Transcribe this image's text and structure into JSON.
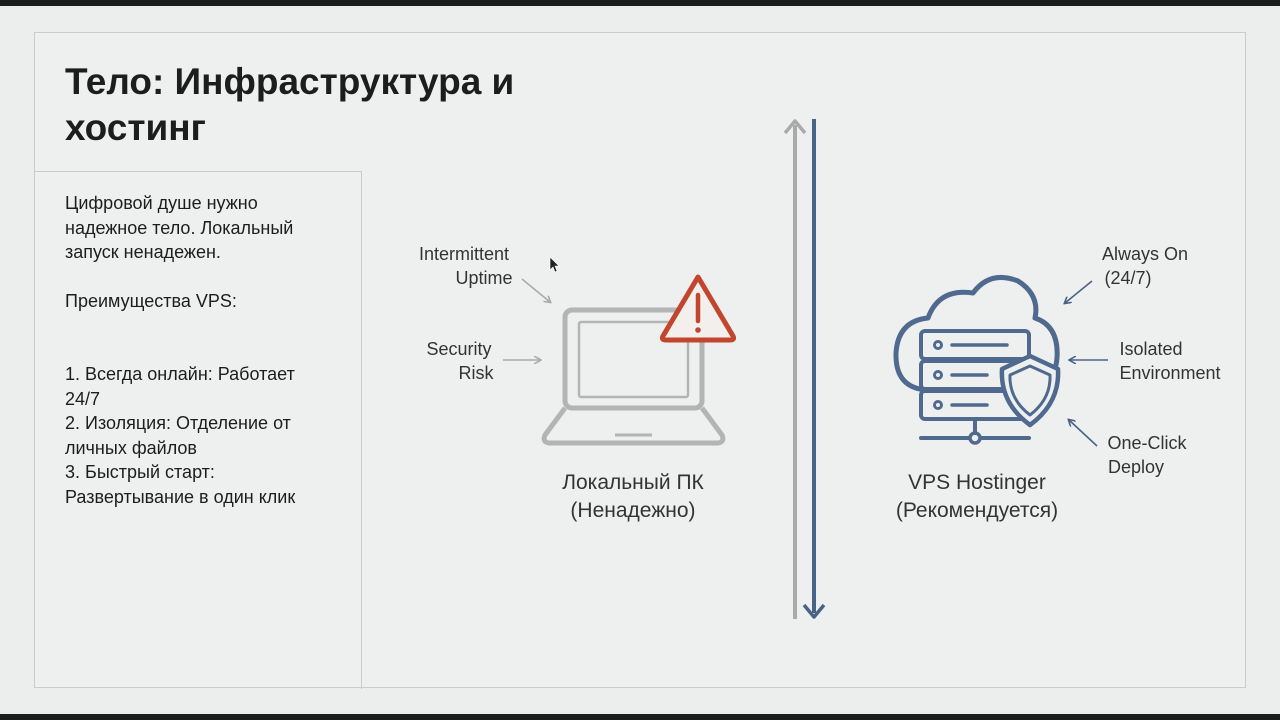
{
  "slide": {
    "title_line1": "Тело: Инфраструктура и",
    "title_line2": "хостинг"
  },
  "left_panel": {
    "intro_line1": "Цифровой душе нужно",
    "intro_line2": "надежное тело. Локальный",
    "intro_line3": "запуск ненадежен.",
    "advantages_heading": "Преимущества VPS:",
    "item1_line1": "1. Всегда онлайн: Работает",
    "item1_line2": "24/7",
    "item2_line1": "2. Изоляция: Отделение от",
    "item2_line2": "личных файлов",
    "item3_line1": "3. Быстрый старт:",
    "item3_line2": "Развертывание в один клик"
  },
  "local_pc": {
    "caption_line1": "Локальный ПК",
    "caption_line2": "(Ненадежно)",
    "label_uptime_line1": "Intermittent",
    "label_uptime_line2": "Uptime",
    "label_security_line1": "Security",
    "label_security_line2": "Risk"
  },
  "vps": {
    "caption_line1": "VPS Hostinger",
    "caption_line2": "(Рекомендуется)",
    "label_always_line1": "Always On",
    "label_always_line2": "(24/7)",
    "label_isolated_line1": "Isolated",
    "label_isolated_line2": "Environment",
    "label_deploy_line1": "One-Click",
    "label_deploy_line2": "Deploy"
  },
  "colors": {
    "gray_icon": "#b3b5b5",
    "warning": "#c2452d",
    "blue_icon": "#4f6a8e",
    "arrow_gray": "#a9abab",
    "arrow_blue": "#4a6287"
  }
}
